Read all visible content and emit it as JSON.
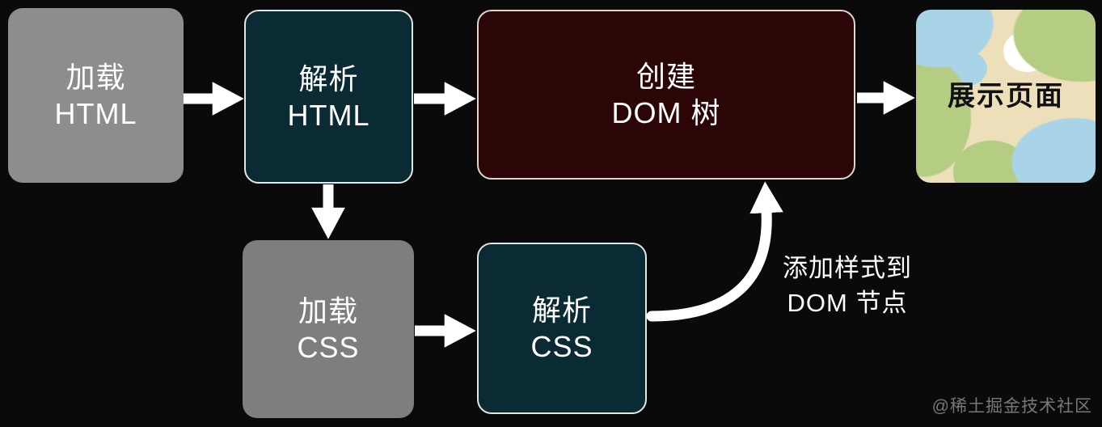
{
  "diagram": {
    "nodes": {
      "load_html": {
        "line1": "加载",
        "line2": "HTML"
      },
      "parse_html": {
        "line1": "解析",
        "line2": "HTML"
      },
      "create_dom_tree": {
        "line1": "创建",
        "line2": "DOM 树"
      },
      "display_page": {
        "line1": "展示页面"
      },
      "load_css": {
        "line1": "加载",
        "line2": "CSS"
      },
      "parse_css": {
        "line1": "解析",
        "line2": "CSS"
      }
    },
    "annotations": {
      "add_style_to_dom": {
        "line1": "添加样式到",
        "line2": "DOM 节点"
      }
    },
    "watermark": "@稀土掘金技术社区",
    "colors": {
      "background": "#0a0a0a",
      "gray_node_top": "#8d8d8d",
      "gray_node_bottom": "#7e7e7e",
      "teal_node": "#0b2b34",
      "maroon_node": "#2c0606",
      "arrow": "#ffffff",
      "node_text_light": "#ffffff",
      "node_text_dark": "#111111",
      "pattern_base": "#ecdfba",
      "pattern_green": "#b4cd82",
      "pattern_blue": "#a9d3e6"
    }
  }
}
